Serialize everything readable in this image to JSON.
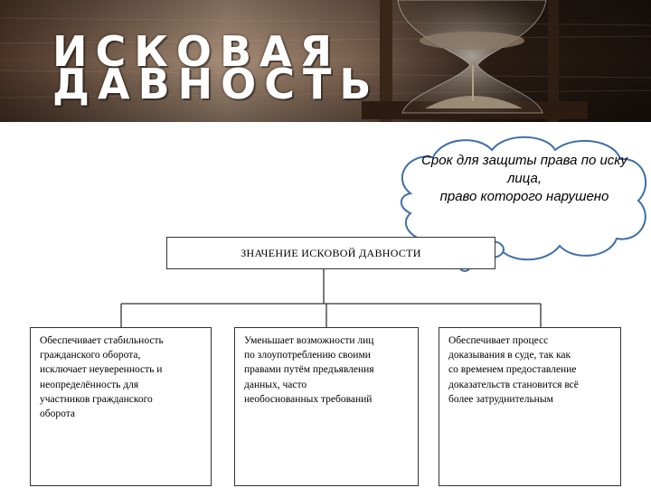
{
  "banner": {
    "title_lines": [
      "ИСКОВАЯ",
      "ДАВНОСТЬ"
    ]
  },
  "callout": {
    "lines": [
      "Срок для защиты права по иску",
      "лица,",
      "право которого нарушено"
    ]
  },
  "diagram": {
    "heading": "ЗНАЧЕНИЕ ИСКОВОЙ ДАВНОСТИ",
    "columns": [
      {
        "lines": [
          "Обеспечивает стабильность",
          "гражданского оборота,",
          "исключает неуверенность и",
          "неопределённость для",
          "участников гражданского",
          "оборота"
        ]
      },
      {
        "lines": [
          "Уменьшает возможности лиц",
          "по злоупотреблению своими",
          "правами путём предъявления",
          "данных, часто",
          "необоснованных требований"
        ]
      },
      {
        "lines": [
          "Обеспечивает процесс",
          "доказывания в суде, так как",
          "со временем предоставление",
          "доказательств становится всё",
          "более затруднительным"
        ]
      }
    ]
  },
  "colors": {
    "banner_wood_dark": "#2a1d14",
    "banner_wood_light": "#a88e78",
    "cloud_fill": "#ffffff",
    "cloud_stroke": "#3f6fa8"
  }
}
